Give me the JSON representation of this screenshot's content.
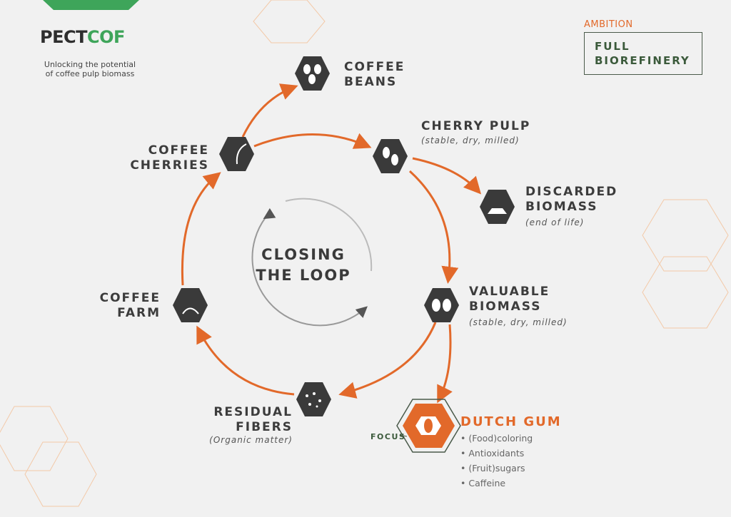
{
  "brand": {
    "logo_dark": "PECT",
    "logo_green": "COF",
    "tagline_1": "Unlocking the potential",
    "tagline_2": "of coffee pulp biomass"
  },
  "ambition": {
    "label": "AMBITION",
    "line1": "FULL",
    "line2": "BIOREFINERY"
  },
  "center": {
    "line1": "CLOSING",
    "line2": "THE LOOP"
  },
  "nodes": {
    "coffee_beans": {
      "l1": "COFFEE",
      "l2": "BEANS",
      "icon": "coffee-beans-icon"
    },
    "cherry_pulp": {
      "l1": "CHERRY PULP",
      "sub": "(stable, dry, milled)",
      "icon": "coffee-bean-icon"
    },
    "discarded": {
      "l1": "DISCARDED",
      "l2": "BIOMASS",
      "sub": "(end of life)",
      "icon": "burning-pile-icon"
    },
    "valuable": {
      "l1": "VALUABLE",
      "l2": "BIOMASS",
      "sub": "(stable, dry, milled)",
      "icon": "coffee-beans-icon"
    },
    "residual": {
      "l1": "RESIDUAL",
      "l2": "FIBERS",
      "sub": "(Organic matter)",
      "icon": "fibers-icon"
    },
    "farm": {
      "l1": "COFFEE",
      "l2": "FARM",
      "icon": "farm-icon"
    },
    "cherries": {
      "l1": "COFFEE",
      "l2": "CHERRIES",
      "icon": "cherry-branch-icon"
    }
  },
  "focus": {
    "label": "FOCUS",
    "title": "DUTCH GUM",
    "items": [
      "• (Food)coloring",
      "• Antioxidants",
      "• (Fruit)sugars",
      "• Caffeine"
    ]
  },
  "colors": {
    "orange": "#e2692a",
    "dark": "#3a3a3a",
    "green": "#3ea55a"
  }
}
